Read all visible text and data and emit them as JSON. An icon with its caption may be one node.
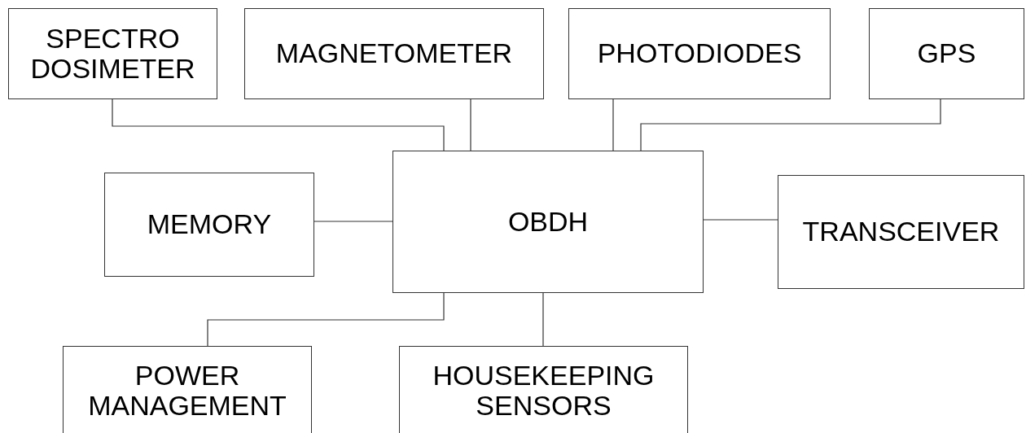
{
  "diagram": {
    "nodes": [
      {
        "text": [
          "SPECTRO DOSIMETER"
        ]
      },
      {
        "text": [
          "MAGNETOMETER"
        ]
      },
      {
        "text": [
          "PHOTODIODES"
        ]
      },
      {
        "text": [
          "GPS"
        ]
      },
      {
        "text": [
          "MEMORY"
        ]
      },
      {
        "text": [
          "OBDH"
        ]
      },
      {
        "text": [
          "TRANSCEIVER"
        ]
      },
      {
        "text": [
          "POWER MANAGEMENT"
        ]
      },
      {
        "text": [
          "HOUSEKEEPING SENSORS"
        ]
      }
    ],
    "edges": [
      {
        "from": 0,
        "to": 5,
        "arrow": "none"
      },
      {
        "from": 1,
        "to": 5,
        "arrow": "none"
      },
      {
        "from": 2,
        "to": 5,
        "arrow": "none"
      },
      {
        "from": 3,
        "to": 5,
        "arrow": "none"
      },
      {
        "from": 4,
        "to": 5,
        "arrow": "none"
      },
      {
        "from": 5,
        "to": 6,
        "arrow": "none"
      },
      {
        "from": 5,
        "to": 7,
        "arrow": "none"
      },
      {
        "from": 5,
        "to": 8,
        "arrow": "none"
      }
    ]
  }
}
